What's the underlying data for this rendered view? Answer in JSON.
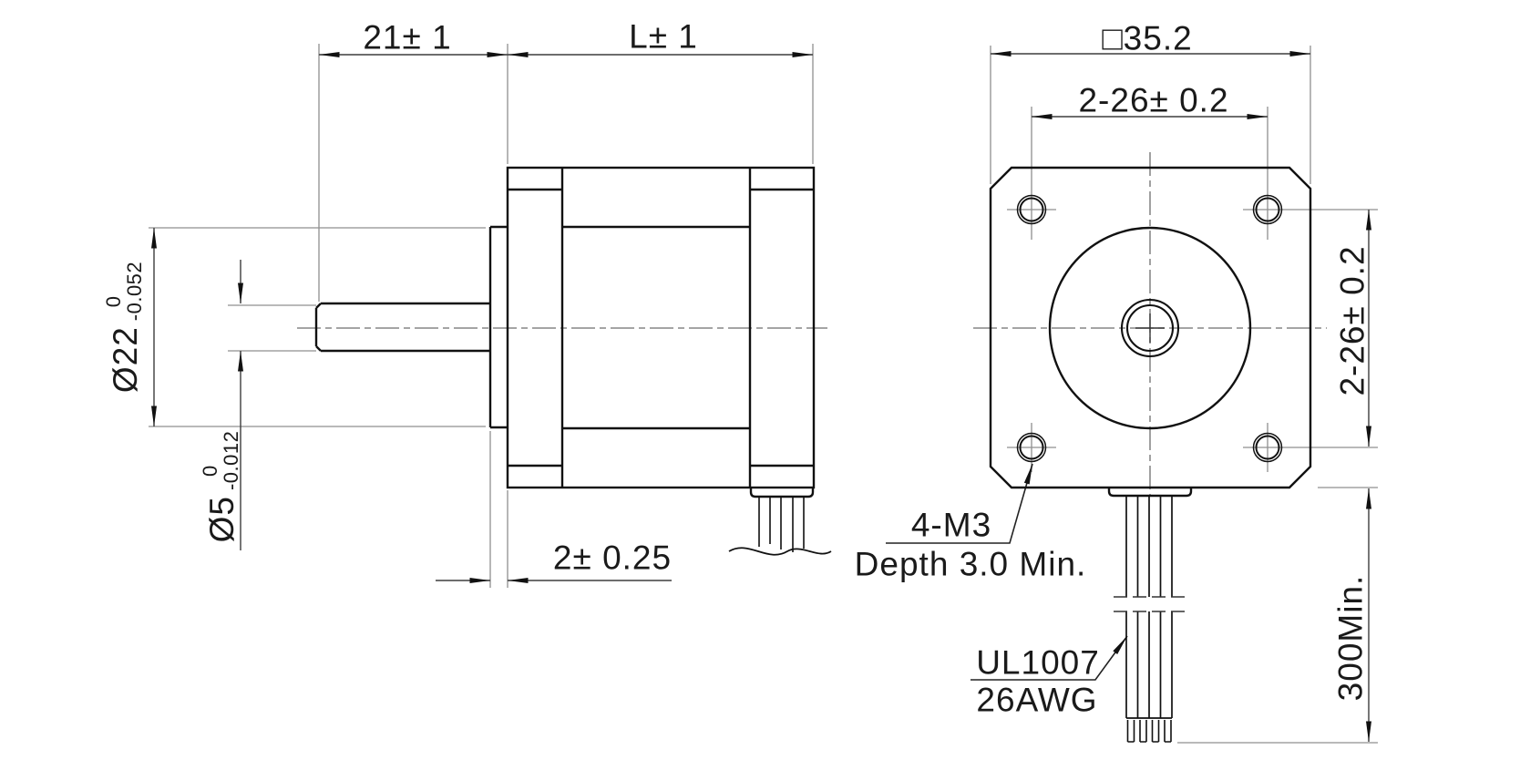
{
  "drawing": {
    "kind": "stepper-motor outline drawing",
    "views": {
      "left": "side view",
      "right": "front view"
    }
  },
  "labels": {
    "shaft_length": "21± 1",
    "motor_length": "L± 1",
    "flange_pilot": {
      "value": "Ø22",
      "upper": "0",
      "lower": "-0.052"
    },
    "shaft_dia": {
      "value": "Ø5",
      "upper": "0",
      "lower": "-0.012"
    },
    "boss_height": "2± 0.25",
    "frame_size": "□35.2",
    "hole_pitch_h": "2-26± 0.2",
    "hole_pitch_v": "2-26± 0.2",
    "mount_thread": "4-M3",
    "mount_depth": "Depth 3.0 Min.",
    "wire_type": "UL1007",
    "wire_gauge": "26AWG",
    "lead_length": "300Min."
  },
  "colors": {
    "object_line": "#111111",
    "dimension_line": "#3d3d3d",
    "extension_line": "#8f8f8f",
    "centerline": "#6e6e6e",
    "text": "#1a1a1a",
    "background": "#ffffff"
  }
}
